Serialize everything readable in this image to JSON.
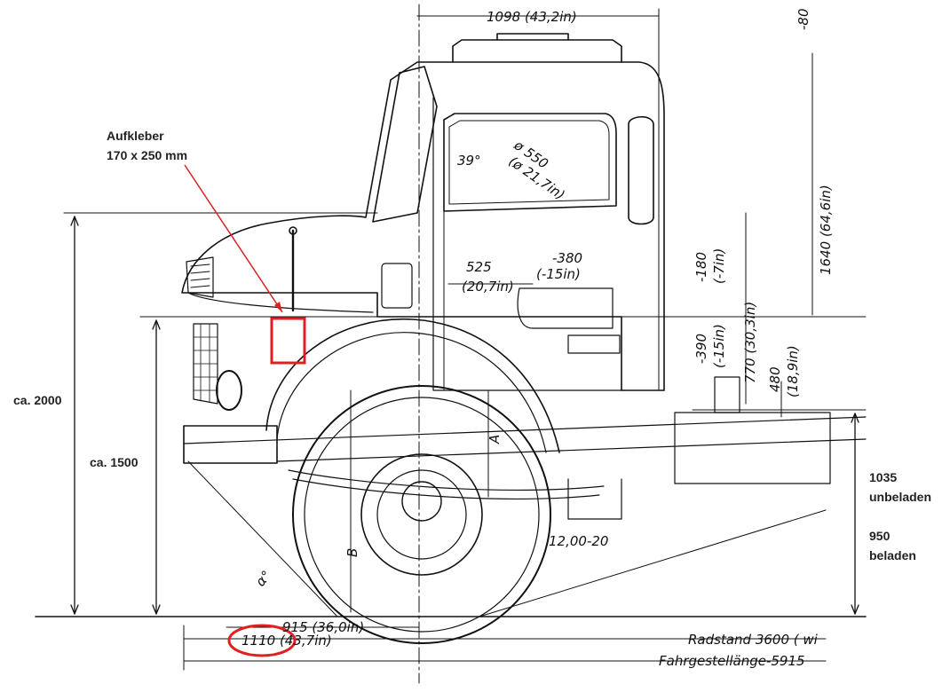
{
  "annotations": {
    "sticker_title": "Aufkleber",
    "sticker_size": "170 x 250 mm",
    "height_cab": "ca. 2000",
    "height_sticker": "ca. 1500",
    "frame_unloaded_value": "1035",
    "frame_unloaded_label": "unbeladen",
    "frame_loaded_value": "950",
    "frame_loaded_label": "beladen"
  },
  "drawing_labels": {
    "top_width": "1098 (43,2in)",
    "top_right_dim": "-80",
    "cab_height": "1640 (64,6in)",
    "window_diameter": "ø 550",
    "window_diameter_in": "(ø 21,7in)",
    "angle": "39°",
    "dim_525": "525",
    "dim_525_in": "(20,7in)",
    "dim_380": "-380",
    "dim_380_in": "(-15in)",
    "dim_180": "-180",
    "dim_180_in": "(-7in)",
    "dim_390": "-390",
    "dim_390_in": "(-15in)",
    "dim_770": "770 (30,3in)",
    "dim_480": "480",
    "dim_480_in": "(18,9in)",
    "label_a": "A",
    "label_b": "B",
    "label_alpha": "α°",
    "tyre": "12,00-20",
    "overhang_915": "915 (36,0in)",
    "overhang_1110": "1110 (43,7in)",
    "wheelbase": "Radstand 3600 ( wi",
    "frame_length": "Fahrgestellänge-5915"
  },
  "colors": {
    "highlight": "#e02020",
    "line": "#111111",
    "text": "#222222"
  }
}
